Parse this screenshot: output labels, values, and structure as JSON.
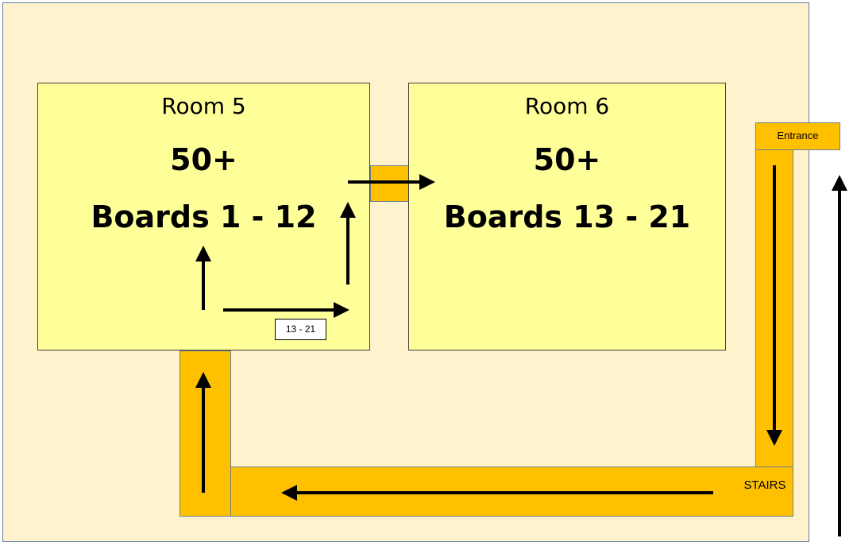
{
  "rooms": [
    {
      "name": "Room 5",
      "age": "50+",
      "boards": "Boards 1 - 12"
    },
    {
      "name": "Room 6",
      "age": "50+",
      "boards": "Boards 13 - 21"
    }
  ],
  "labels": {
    "entrance": "Entrance",
    "stairs": "STAIRS",
    "boards_sign": "13 - 21"
  },
  "colors": {
    "floor": "#fff2cc",
    "room": "#ffff99",
    "corridor": "#ffc000",
    "arrow": "#000000"
  }
}
